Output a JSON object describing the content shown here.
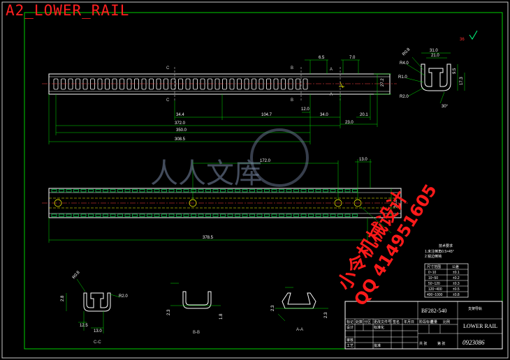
{
  "drawing": {
    "title": "A2_LOWER_RAIL",
    "part_number": "BF282-540",
    "part_name_en": "LOWER RAIL",
    "part_name_cn": "支架导轨",
    "drawing_no": "0923086",
    "scale_mark": "36"
  },
  "watermark": {
    "line1": "小令机械设计",
    "line2": "QQ 414951605",
    "logo": "人人文库"
  },
  "top_view_dims": {
    "d1": "6.5",
    "d2": "7.0",
    "d3": "27.2",
    "d4": "12.0",
    "d5": "34.4",
    "d6": "104.7",
    "d7": "34.0",
    "d8": "20.1",
    "d9": "372.0",
    "d10": "23.0",
    "d11": "350.0",
    "d12": "308.5"
  },
  "section_labels": {
    "a": "A",
    "b": "B",
    "c": "C"
  },
  "side_view_dims": {
    "d1": "172.0",
    "d2": "13.0",
    "d3": "34.8",
    "d4": "378.5"
  },
  "profile_dims": {
    "d1": "31.0",
    "d2": "21.0",
    "d3": "9.5",
    "d4": "17.3",
    "d5": "R0.8",
    "d6": "R4.0",
    "d7": "R1.0",
    "d8": "R2.0",
    "d9": "30°"
  },
  "section_views": {
    "cc": {
      "label": "C-C",
      "d1": "R0.8",
      "d2": "R2.0",
      "d3": "13.0",
      "d4": "12.5",
      "d5": "2.8"
    },
    "bb": {
      "label": "B-B",
      "d1": "2.3",
      "d2": "1.8"
    },
    "aa": {
      "label": "A-A",
      "d1": "2.3",
      "d2": "2.3"
    }
  },
  "notes": {
    "heading": "技术要求",
    "line1": "1.未注倒角0.5×45°",
    "line2": "2.锐边倒钝"
  },
  "tolerance_table": {
    "headers": [
      "尺寸范围",
      "公差"
    ],
    "rows": [
      [
        "0~10",
        "±0.1"
      ],
      [
        "10~50",
        "±0.2"
      ],
      [
        "50~120",
        "±0.3"
      ],
      [
        "120~400",
        "±0.5"
      ],
      [
        "400~1000",
        "±0.8"
      ]
    ]
  },
  "title_block": {
    "r1": [
      "标记",
      "处数",
      "分区",
      "更改文件号",
      "签名",
      "年月日"
    ],
    "r2": [
      "设计",
      "标准化",
      "阶段标记",
      "重量",
      "比例"
    ],
    "r3": [
      "审核",
      "工艺",
      "批准"
    ],
    "r4": [
      "共 张",
      "第 张"
    ]
  }
}
